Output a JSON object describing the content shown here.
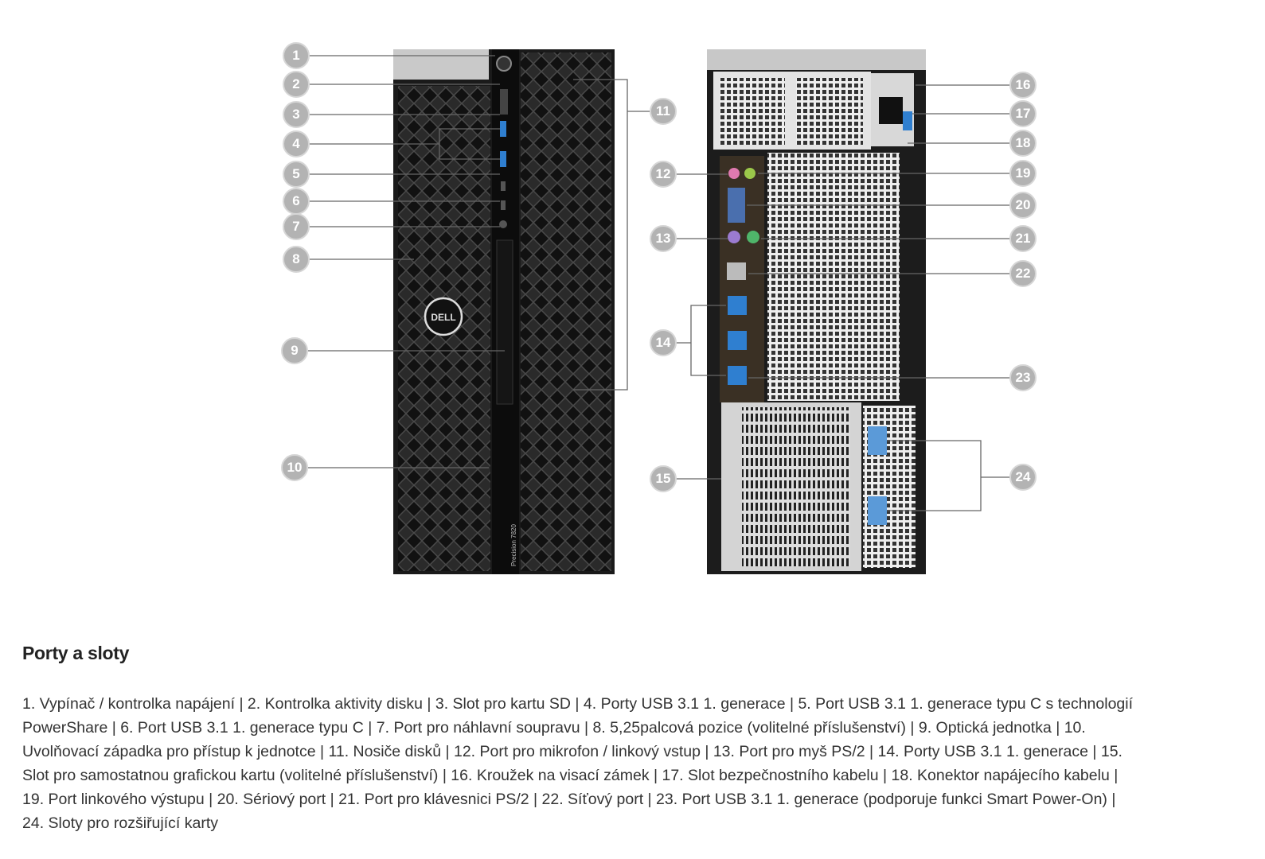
{
  "product_image": {
    "front_label": "Precision 7820",
    "logo_text": "DELL",
    "callouts": [
      "1",
      "2",
      "3",
      "4",
      "5",
      "6",
      "7",
      "8",
      "9",
      "10",
      "11",
      "12",
      "13",
      "14",
      "15",
      "16",
      "17",
      "18",
      "19",
      "20",
      "21",
      "22",
      "23",
      "24"
    ]
  },
  "section": {
    "title": "Porty a sloty",
    "lines": [
      "1. Vypínač / kontrolka napájení | 2. Kontrolka aktivity disku | 3. Slot pro kartu SD | 4. Porty USB 3.1 1. generace | 5. Port USB 3.1 1. generace typu C s technologií",
      "PowerShare | 6. Port USB 3.1 1. generace typu C | 7. Port pro náhlavní soupravu | 8. 5,25palcová pozice (volitelné příslušenství) | 9. Optická jednotka | 10.",
      "Uvolňovací západka pro přístup k jednotce | 11. Nosiče disků | 12. Port pro mikrofon / linkový vstup | 13. Port pro myš PS/2 | 14. Porty USB 3.1 1. generace | 15.",
      "Slot pro samostatnou grafickou kartu (volitelné příslušenství) | 16. Kroužek na visací zámek | 17. Slot bezpečnostního kabelu | 18. Konektor napájecího kabelu |",
      "19. Port linkového výstupu | 20. Sériový port | 21. Port pro klávesnici PS/2 | 22. Síťový port | 23. Port USB 3.1 1. generace (podporuje funkci Smart Power-On) |",
      "24. Sloty pro rozšiřující karty"
    ]
  },
  "colors": {
    "callout": "#b3b3b3",
    "chassis": "#1b1b1b",
    "usb": "#2f7fd0"
  }
}
